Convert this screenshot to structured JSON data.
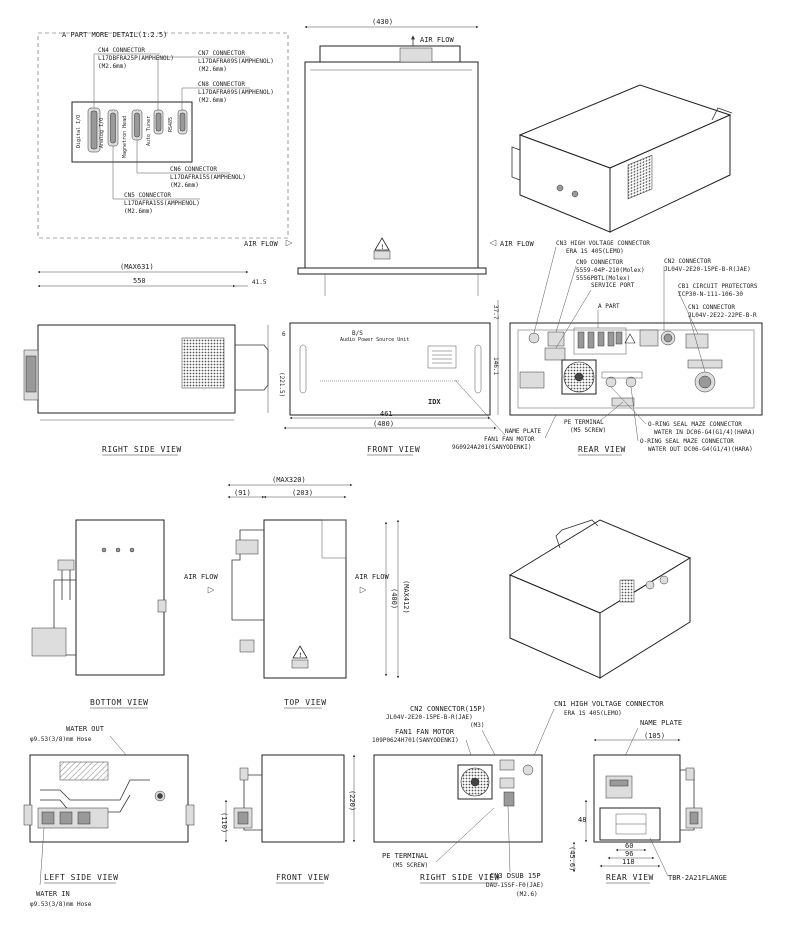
{
  "detail": {
    "title": "A PART MORE DETAIL(1:2.5)",
    "cn4": {
      "name": "CN4 CONNECTOR",
      "part": "L17DBFRA25P(AMPHENOL)",
      "size": "(M2.6mm)"
    },
    "cn7": {
      "name": "CN7 CONNECTOR",
      "part": "L17DAFRA09S(AMPHENOL)",
      "size": "(M2.6mm)"
    },
    "cn8": {
      "name": "CN8 CONNECTOR",
      "part": "L17DAFRA09S(AMPHENOL)",
      "size": "(M2.6mm)"
    },
    "cn6": {
      "name": "CN6 CONNECTOR",
      "part": "L17DAFRA15S(AMPHENOL)",
      "size": "(M2.6mm)"
    },
    "cn5": {
      "name": "CN5 CONNECTOR",
      "part": "L17DAFRA15S(AMPHENOL)",
      "size": "(M2.6mm)"
    },
    "port_labels": [
      "Digital I/O",
      "Analog I/O",
      "Magnetron Head",
      "Auto Tuner",
      "RS485"
    ]
  },
  "top_section": {
    "dim_430": "(430)",
    "air_flow_top": "AIR FLOW",
    "air_flow_left": "AIR FLOW",
    "air_flow_right": "AIR FLOW",
    "dim_max631": "(MAX631)",
    "dim_550": "550",
    "dim_41_5": "41.5",
    "dim_6": "6",
    "dim_221_5": "(221.5)",
    "dim_37_7": "37.7",
    "dim_146_1": "146.1",
    "dim_461": "461",
    "dim_480": "(480)",
    "panel_brand": "IDX",
    "panel_logo": "B/S",
    "panel_small": "Audio Power Source Unit",
    "cn3": {
      "name": "CN3 HIGH VOLTAGE CONNECTOR",
      "part": "ERA 1S 405(LEMO)"
    },
    "cn9": {
      "name": "CN9 CONNECTOR",
      "part1": "5559-04P-210(Molex)",
      "part2": "5556PBTL(Molex)"
    },
    "service_port": "SERVICE PORT",
    "cn2": {
      "name": "CN2 CONNECTOR",
      "part": "JL04V-2E20-15PE-B-R(JAE)"
    },
    "cb1": {
      "name": "CB1 CIRCUIT PROTECTORS",
      "part": "ICP30-N-111-106-30"
    },
    "a_part": "A PART",
    "cn1": {
      "name": "CN1 CONNECTOR",
      "part": "JL04V-2E22-22PE-B-R"
    },
    "name_plate": "NAME PLATE",
    "fan1": {
      "name": "FAN1 FAN MOTOR",
      "part": "9G0924A201(SANYODENKI)"
    },
    "pe_terminal": {
      "name": "PE TERMINAL",
      "screw": "(M5 SCREW)"
    },
    "oring_in": {
      "name": "O-RING SEAL MAZE CONNECTOR",
      "part": "WATER IN DC06-G4(G1/4)(HARA)"
    },
    "oring_out": {
      "name": "O-RING SEAL MAZE CONNECTOR",
      "part": "WATER OUT DC06-G4(G1/4)(HARA)"
    },
    "views": [
      "RIGHT SIDE VIEW",
      "FRONT VIEW",
      "REAR VIEW"
    ]
  },
  "middle_section": {
    "dim_max320": "(MAX320)",
    "dim_91": "(91)",
    "dim_203": "(203)",
    "dim_400": "(400)",
    "dim_max412": "(MAX412)",
    "air_flow_left": "AIR FLOW",
    "air_flow_right": "AIR FLOW",
    "views": [
      "BOTTOM VIEW",
      "TOP VIEW"
    ]
  },
  "bottom_section": {
    "water_out": {
      "name": "WATER OUT",
      "hose": "φ9.53(3/8)mm Hose"
    },
    "water_in": {
      "name": "WATER IN",
      "hose": "φ9.53(3/8)mm Hose"
    },
    "cn2": {
      "name": "CN2 CONNECTOR(15P)",
      "part": "JL04V-2E20-15PE-B-R(JAE)",
      "size": "(M3)"
    },
    "fan1": {
      "name": "FAN1 FAN MOTOR",
      "part": "109P0624H701(SANYODENKI)"
    },
    "cn1": {
      "name": "CN1 HIGH VOLTAGE CONNECTOR",
      "part": "ERA 1S 405(LEMO)"
    },
    "name_plate": "NAME PLATE",
    "dim_105": "(105)",
    "dim_110": "(110)",
    "dim_220": "(220)",
    "dim_45_6": "(45.6)",
    "dim_48": "48",
    "dim_60": "60",
    "dim_96": "96",
    "dim_118": "118",
    "pe_terminal": {
      "name": "PE TERMINAL",
      "screw": "(M5 SCREW)"
    },
    "cn3": {
      "name": "CN3 DSUB 15P",
      "part": "DAU-15SF-F0(JAE)",
      "size": "(M2.6)"
    },
    "flange": "TBR-2A21FLANGE",
    "views": [
      "LEFT SIDE VIEW",
      "FRONT VIEW",
      "RIGHT SIDE VIEW",
      "REAR VIEW"
    ]
  }
}
